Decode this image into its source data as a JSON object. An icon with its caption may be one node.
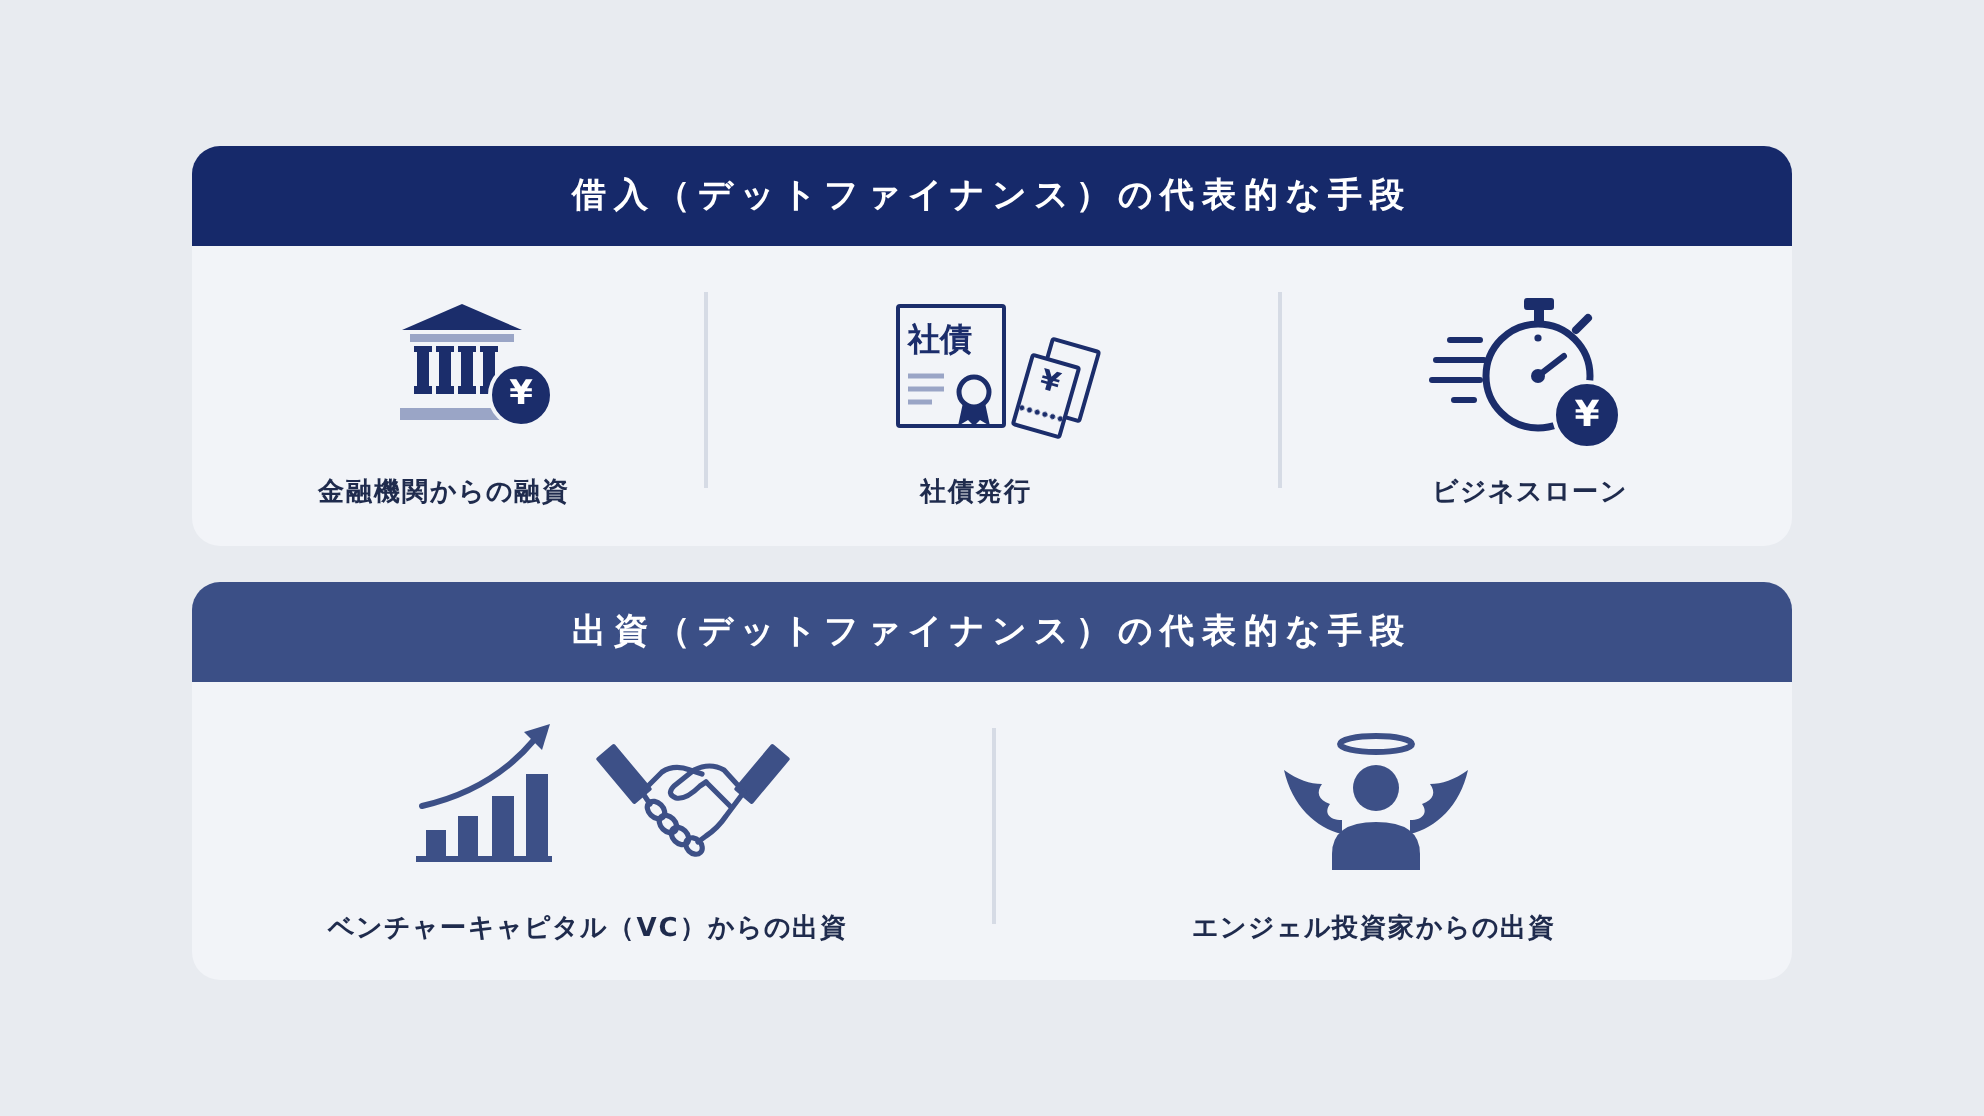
{
  "diagram": {
    "nodes": [
      {
        "text": [
          "借入（デットファイナンス）の代表的な手段",
          "金融機関からの融資",
          "社債発行",
          "ビジネスローン"
        ]
      },
      {
        "text": [
          "¥"
        ],
        "in": 0
      },
      {
        "text": [
          "社債"
        ],
        "in": 0
      },
      {
        "text": [
          "¥"
        ],
        "in": 0
      },
      {
        "text": [
          "¥"
        ],
        "in": 0
      },
      {
        "text": [
          "出資（デットファイナンス）の代表的な手段",
          "ベンチャーキャピタル（VC）からの出資",
          "エンジェル投資家からの出資"
        ]
      }
    ]
  }
}
